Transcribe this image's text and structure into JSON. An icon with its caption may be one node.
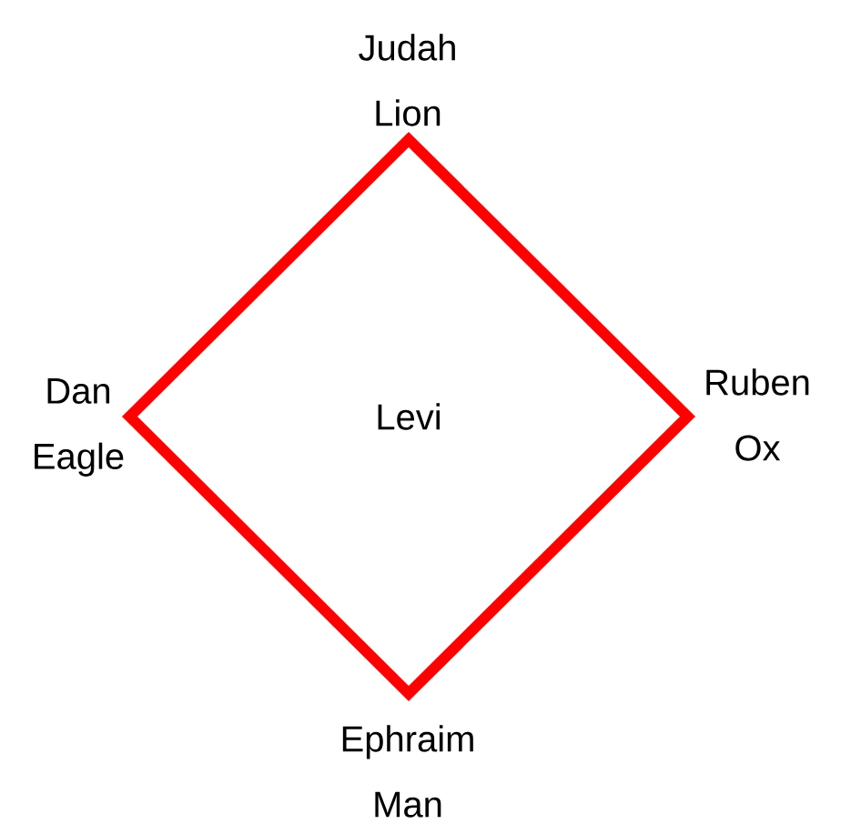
{
  "diagram": {
    "nodes": [
      {
        "text": [
          "Levi"
        ]
      }
    ],
    "labels": [
      "Judah Lion",
      "Dan Eagle",
      "Ruben Ox",
      "Ephraim Man"
    ]
  }
}
